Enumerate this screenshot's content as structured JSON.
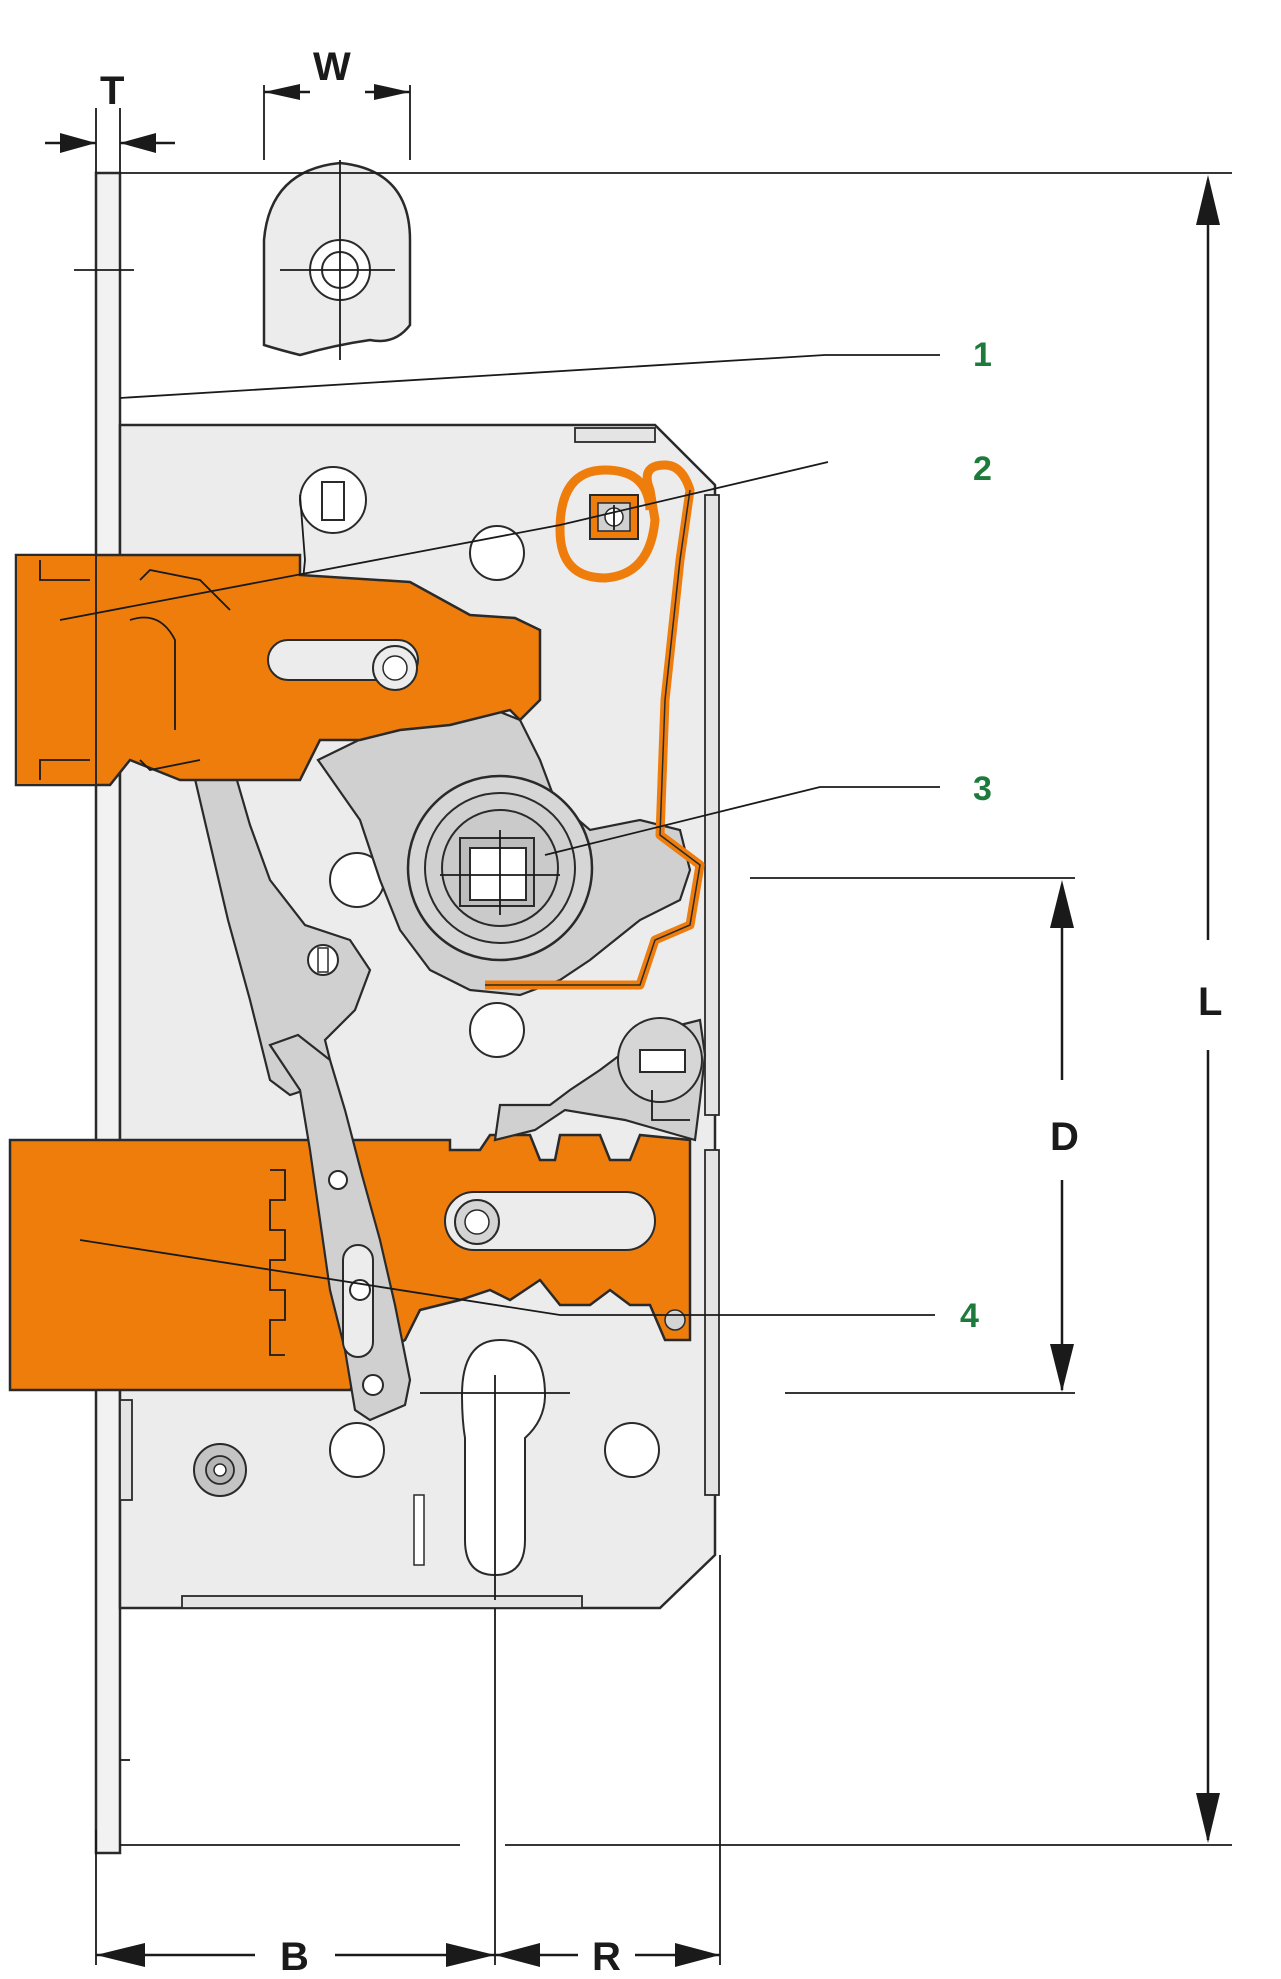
{
  "dimensions": {
    "T": "T",
    "W": "W",
    "L": "L",
    "D": "D",
    "B": "B",
    "R": "R"
  },
  "callouts": [
    "1",
    "2",
    "3",
    "4"
  ],
  "colors": {
    "accent_orange": "#ee7d0c",
    "callout_green": "#1d7a3c",
    "plate_grey": "#ececec",
    "part_grey": "#d0d0d0",
    "line": "#1a1a1a"
  }
}
